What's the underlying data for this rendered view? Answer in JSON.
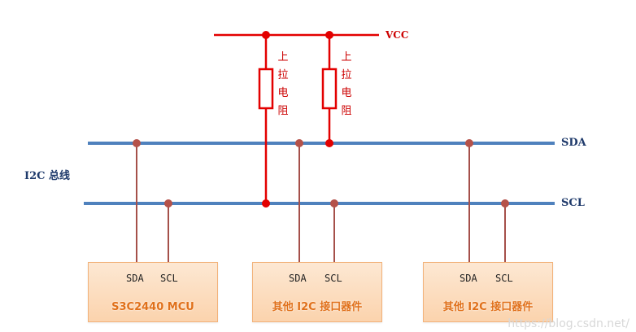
{
  "labels": {
    "vcc": "VCC",
    "sda": "SDA",
    "scl": "SCL",
    "bus": "I2C 总线"
  },
  "pullups": [
    {
      "chars": [
        "上",
        "拉",
        "电",
        "阻"
      ]
    },
    {
      "chars": [
        "上",
        "拉",
        "电",
        "阻"
      ]
    }
  ],
  "devices": [
    {
      "name": "S3C2440 MCU",
      "sda": "SDA",
      "scl": "SCL"
    },
    {
      "name": "其他 I2C 接口器件",
      "sda": "SDA",
      "scl": "SCL"
    },
    {
      "name": "其他 I2C 接口器件",
      "sda": "SDA",
      "scl": "SCL"
    }
  ],
  "colors": {
    "bus_line": "#4f81bd",
    "vcc_line": "#e30000",
    "tap_line": "#a5504a",
    "tap_dot": "#b5524a"
  },
  "watermark": "https://blog.csdn.net/"
}
